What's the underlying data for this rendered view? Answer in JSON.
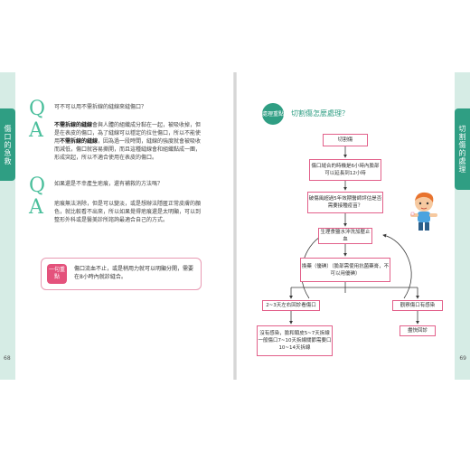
{
  "left_page": {
    "side_tab": "傷口的急救",
    "page_number": "68",
    "qa1": {
      "q_letter": "Q",
      "a_letter": "A",
      "question": "可不可以用不需拆線的縫線來縫傷口？",
      "answer_bold": "不需拆線的縫線",
      "answer_rest": "會與人體的組織成分黏在一起，被吸收掉，但是在表皮的傷口，為了縫線可以穩定的拉住傷口，所以不能使用",
      "answer_bold2": "不需拆線的縫線",
      "answer_rest2": "，因為過一段時間，縫線的強度就會被吸收而減低，傷口就容易撕開，而且這種縫線會和組織黏成一團，形成突起，所以不適合使用在表皮的傷口。"
    },
    "qa2": {
      "q_letter": "Q",
      "a_letter": "A",
      "question": "如果還是不幸產生疤痕，還有補救的方法嗎？",
      "answer": "疤痕無法消除，但是可以變淡，或是想辦法隱匿正常皮膚的顏色，就比較看不出來，所以如果覺得疤痕還是太明顯，可以到整形外科或是醫美診所諮詢最適合自己的方式。"
    },
    "key_point": {
      "badge": "一句重點",
      "text": "傷口流血不止，或是稍用力就可以明顯分開，需要在8小時內就診縫合。"
    }
  },
  "right_page": {
    "side_tab": "切割傷的處理",
    "page_number": "69",
    "badge": "處理重點",
    "title": "切割傷怎麼處理？",
    "flow": {
      "start": "切割傷",
      "step1": "傷口縫合的時機是6小時內臉部可以延長到12小時",
      "step2": "破傷風超過5年效期醫師評估是否需要接種疫苗？",
      "step3": "生理食鹽水沖洗加壓止血",
      "step4": "換藥（優碘）（臉部需使用抗菌藥膏，不可以用優碘）",
      "left_branch": "2~3天左右回診看傷口",
      "left_result": "沒有感染，臉和頸皮5~7天拆線一般傷口7~10天拆線關節需要口10~14天拆線",
      "right_branch": "觀察傷口有感染",
      "right_result": "盡快回診"
    }
  }
}
